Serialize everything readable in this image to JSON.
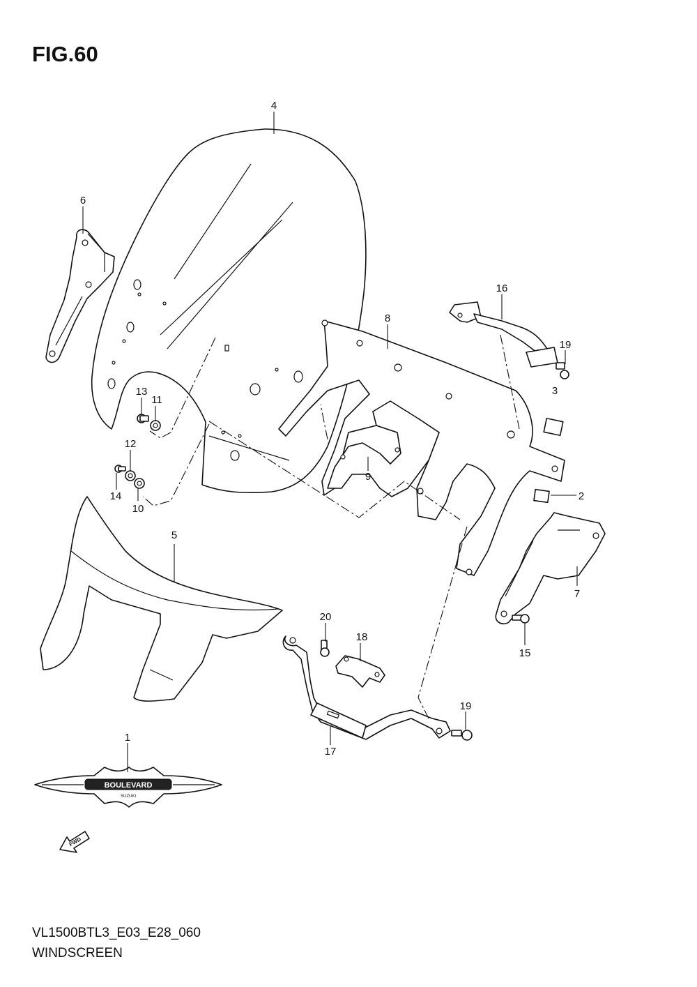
{
  "figure": {
    "title": "FIG.60",
    "code": "VL1500BTL3_E03_E28_060",
    "name": "WINDSCREEN"
  },
  "emblem": {
    "text": "BOULEVARD",
    "subtext": "SUZUKI"
  },
  "fwd_arrow": {
    "text": "FWD"
  },
  "callouts": [
    {
      "id": "c1",
      "number": "1"
    },
    {
      "id": "c2",
      "number": "2"
    },
    {
      "id": "c3",
      "number": "3"
    },
    {
      "id": "c4",
      "number": "4"
    },
    {
      "id": "c5",
      "number": "5"
    },
    {
      "id": "c6",
      "number": "6"
    },
    {
      "id": "c7",
      "number": "7"
    },
    {
      "id": "c8",
      "number": "8"
    },
    {
      "id": "c9",
      "number": "9"
    },
    {
      "id": "c10",
      "number": "10"
    },
    {
      "id": "c11",
      "number": "11"
    },
    {
      "id": "c12",
      "number": "12"
    },
    {
      "id": "c13",
      "number": "13"
    },
    {
      "id": "c14",
      "number": "14"
    },
    {
      "id": "c15",
      "number": "15"
    },
    {
      "id": "c16",
      "number": "16"
    },
    {
      "id": "c17",
      "number": "17"
    },
    {
      "id": "c18",
      "number": "18"
    },
    {
      "id": "c19a",
      "number": "19"
    },
    {
      "id": "c19b",
      "number": "19"
    },
    {
      "id": "c20",
      "number": "20"
    }
  ]
}
